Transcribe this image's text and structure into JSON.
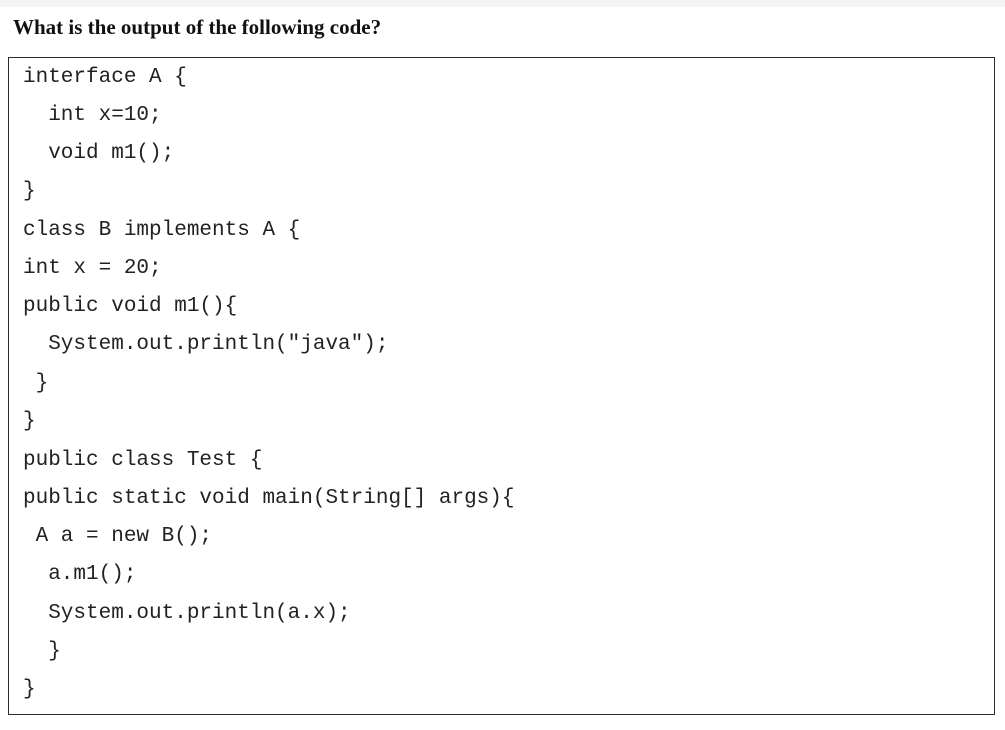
{
  "question": {
    "text": "What is the output of the following code?"
  },
  "code": {
    "lines": [
      "interface A {",
      "  int x=10;",
      "  void m1();",
      "}",
      "class B implements A {",
      "int x = 20;",
      "public void m1(){",
      "  System.out.println(\"java\");",
      " }",
      "}",
      "public class Test {",
      "public static void main(String[] args){",
      " A a = new B();",
      "  a.m1();",
      "  System.out.println(a.x);",
      "  }",
      "}"
    ]
  }
}
